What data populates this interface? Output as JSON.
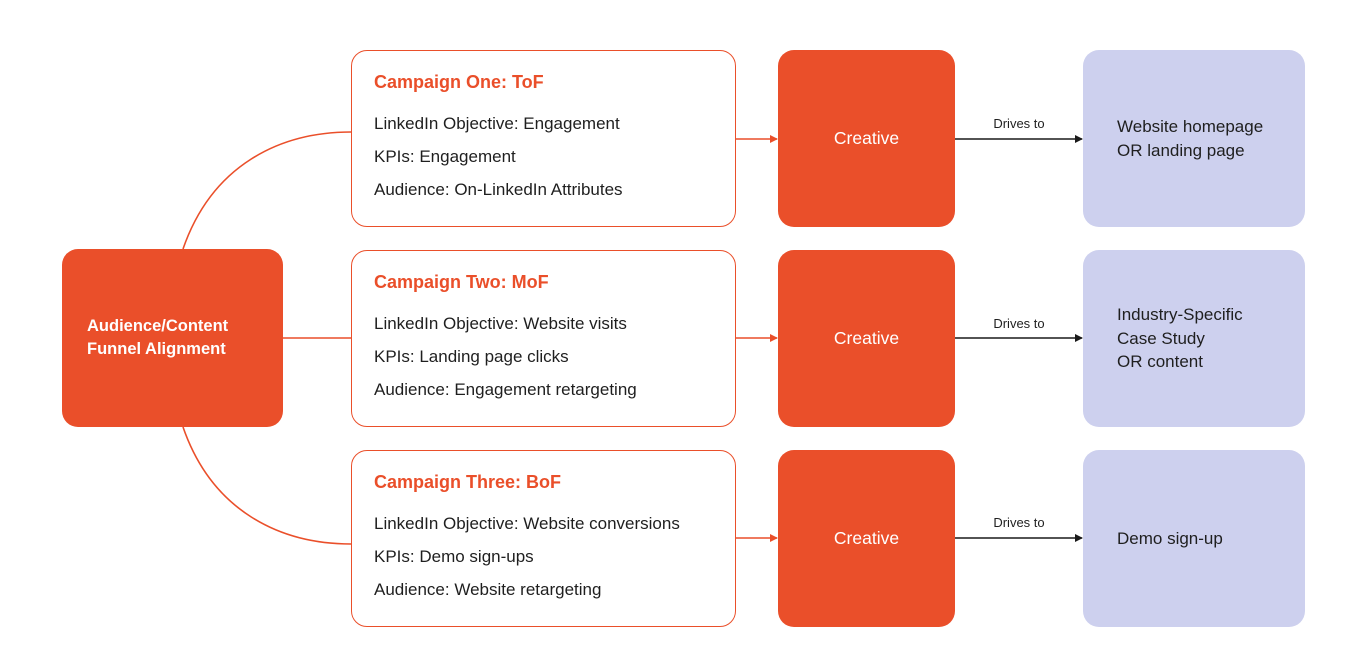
{
  "root": {
    "lines": [
      "Audience/Content",
      "Funnel Alignment"
    ]
  },
  "campaigns": [
    {
      "title": "Campaign One: ToF",
      "lines": [
        "LinkedIn Objective: Engagement",
        "KPIs: Engagement",
        "Audience: On-LinkedIn Attributes"
      ],
      "creative": "Creative",
      "link_label": "Drives to",
      "destination": [
        "Website homepage",
        "OR landing page"
      ]
    },
    {
      "title": "Campaign Two: MoF",
      "lines": [
        "LinkedIn Objective: Website visits",
        "KPIs: Landing page clicks",
        "Audience: Engagement retargeting"
      ],
      "creative": "Creative",
      "link_label": "Drives to",
      "destination": [
        "Industry-Specific",
        "Case Study",
        "OR content"
      ]
    },
    {
      "title": "Campaign Three: BoF",
      "lines": [
        "LinkedIn Objective: Website conversions",
        "KPIs: Demo sign-ups",
        "Audience: Website retargeting"
      ],
      "creative": "Creative",
      "link_label": "Drives to",
      "destination": [
        "Demo sign-up"
      ]
    }
  ],
  "colors": {
    "accent": "#ea4f2a",
    "destination_fill": "#cdd0ee",
    "text": "#1f1f1f",
    "connector_dark": "#1a1a1a"
  }
}
